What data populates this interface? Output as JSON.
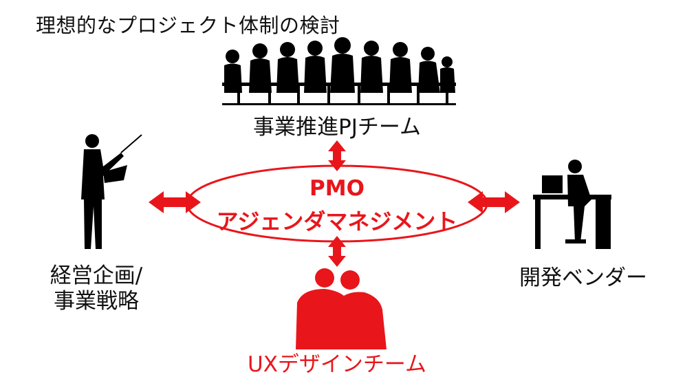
{
  "title": "理想的なプロジェクト体制の検討",
  "center": {
    "line1": "PMO",
    "line2": "アジェンダマネジメント"
  },
  "nodes": {
    "top": "事業推進PJチーム",
    "left_line1": "経営企画/",
    "left_line2": "事業戦略",
    "right": "開発ベンダー",
    "bottom": "UXデザインチーム"
  },
  "colors": {
    "accent": "#e8161b",
    "text": "#111111",
    "silhouette": "#000000"
  }
}
